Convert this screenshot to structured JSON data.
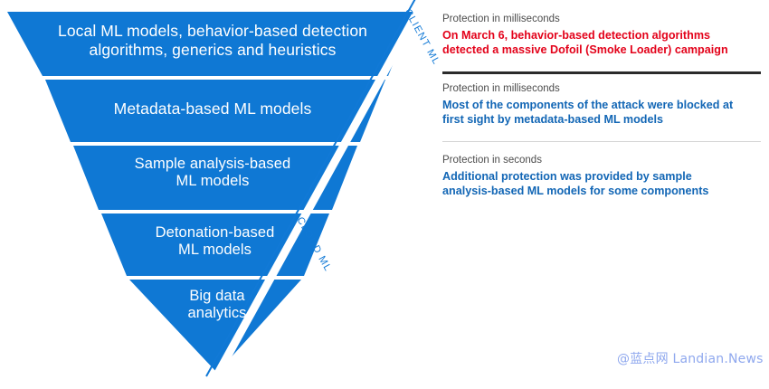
{
  "theme": {
    "funnel_blue": "#0f78d4",
    "diagonal_label_blue": "#1179d6",
    "headline_red": "#e3021a",
    "headline_blue": "#1266b5",
    "divider_dark": "#2b2b2b",
    "divider_light": "#d4d4d4",
    "watermark_color": "#8fa8ee",
    "background": "#ffffff"
  },
  "funnel": {
    "name": "machine-learning-protection-funnel",
    "bands": [
      {
        "id": "local-ml",
        "label": "Local ML models, behavior-based detection\nalgorithms, generics and heuristics"
      },
      {
        "id": "metadata-ml",
        "label": "Metadata-based ML models"
      },
      {
        "id": "sample-analysis-ml",
        "label": "Sample analysis-based\nML models"
      },
      {
        "id": "detonation-ml",
        "label": "Detonation-based\nML models"
      },
      {
        "id": "big-data",
        "label": "Big data\nanalytics"
      }
    ],
    "diagonal_labels": [
      {
        "id": "client-ml",
        "text": "CLIENT ML"
      },
      {
        "id": "cloud-ml",
        "text": "CLOUD ML"
      }
    ]
  },
  "info_panel": {
    "blocks": [
      {
        "id": "protection-milliseconds-behavior",
        "caption": "Protection in milliseconds",
        "headline": "On March 6, behavior-based detection algorithms\ndetected a massive Dofoil (Smoke Loader) campaign",
        "headline_color": "red"
      },
      {
        "id": "protection-milliseconds-metadata",
        "caption": "Protection in milliseconds",
        "headline": "Most of the components of the attack were blocked at\nfirst sight by metadata-based ML models",
        "headline_color": "blue"
      },
      {
        "id": "protection-seconds-sample",
        "caption": "Protection in seconds",
        "headline": "Additional protection was provided by sample\nanalysis-based ML models for some components",
        "headline_color": "blue"
      }
    ]
  },
  "watermark": {
    "text": "@蓝点网 Landian.News"
  }
}
